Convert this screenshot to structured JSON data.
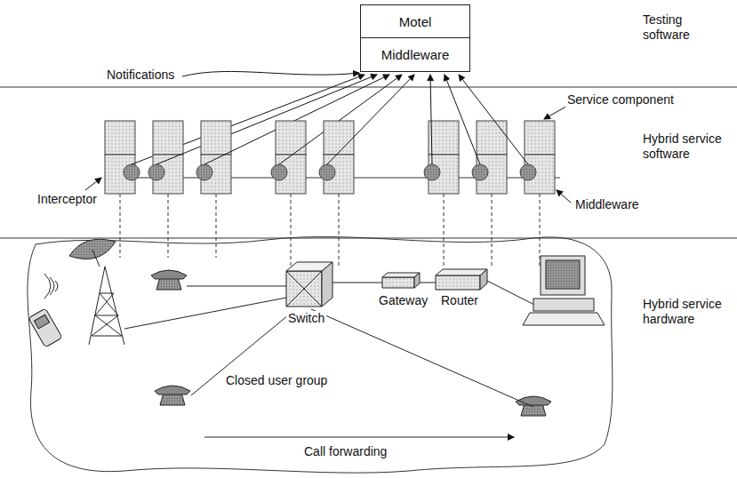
{
  "diagram": {
    "nodes": [
      {
        "text": [
          "Motel"
        ]
      },
      {
        "text": [
          "Middleware"
        ]
      }
    ],
    "labels": [
      "Testing software",
      "Notifications",
      "Service component",
      "Hybrid service software",
      "Interceptor",
      "Middleware",
      "Hybrid service hardware",
      "Switch",
      "Gateway",
      "Router",
      "Closed user group",
      "Call forwarding"
    ]
  }
}
